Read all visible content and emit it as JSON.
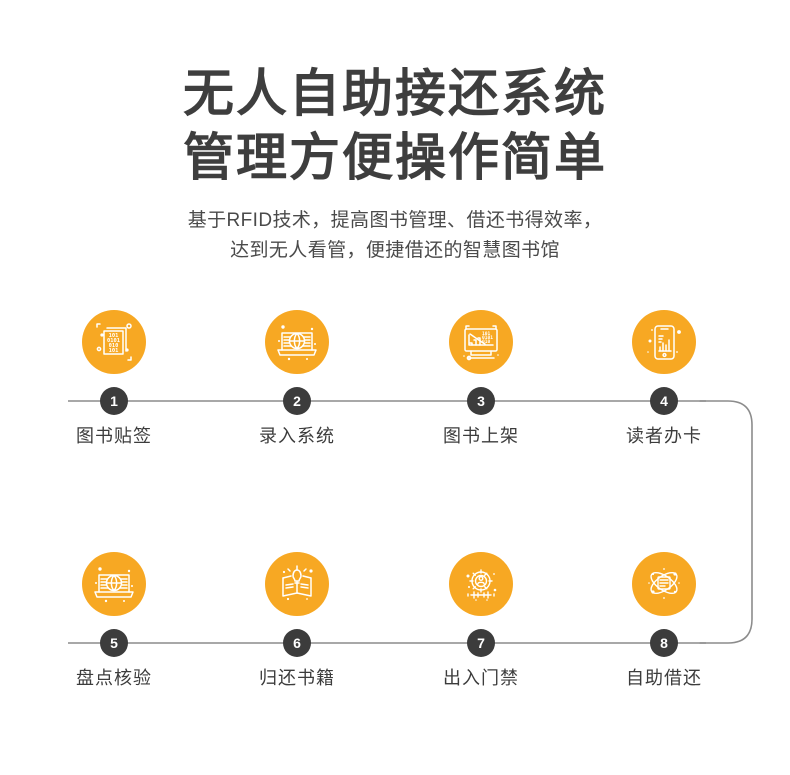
{
  "header": {
    "title_lines": [
      "无人自助接还系统",
      "管理方便操作简单"
    ],
    "subtitle_lines": [
      "基于RFID技术，提高图书管理、借还书得效率，",
      "达到无人看管，便捷借还的智慧图书馆"
    ]
  },
  "colors": {
    "accent_orange": "#f7a823",
    "text_dark": "#3c3c3c",
    "title_dark": "#3e3e3e",
    "line_gray": "#8c8c8c"
  },
  "flow": {
    "rows": [
      {
        "steps": [
          {
            "number": "1",
            "label": "图书贴签",
            "icon": "binary-document-icon"
          },
          {
            "number": "2",
            "label": "录入系统",
            "icon": "laptop-globe-icon"
          },
          {
            "number": "3",
            "label": "图书上架",
            "icon": "monitor-chart-icon"
          },
          {
            "number": "4",
            "label": "读者办卡",
            "icon": "phone-chart-icon"
          }
        ]
      },
      {
        "steps": [
          {
            "number": "5",
            "label": "盘点核验",
            "icon": "laptop-globe-icon"
          },
          {
            "number": "6",
            "label": "归还书籍",
            "icon": "book-bulb-icon"
          },
          {
            "number": "7",
            "label": "出入门禁",
            "icon": "gear-person-icon"
          },
          {
            "number": "8",
            "label": "自助借还",
            "icon": "atom-book-icon"
          }
        ]
      }
    ]
  }
}
